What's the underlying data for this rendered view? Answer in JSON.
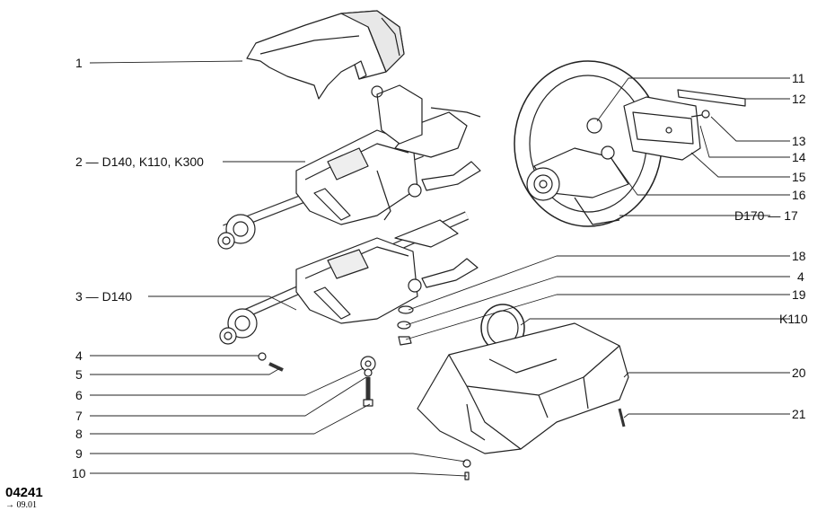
{
  "left_labels": [
    {
      "num": "1",
      "variant": ""
    },
    {
      "num": "2",
      "variant": "D140, K110, K300"
    },
    {
      "num": "3",
      "variant": "D140"
    },
    {
      "num": "4",
      "variant": ""
    },
    {
      "num": "5",
      "variant": ""
    },
    {
      "num": "6",
      "variant": ""
    },
    {
      "num": "7",
      "variant": ""
    },
    {
      "num": "8",
      "variant": ""
    },
    {
      "num": "9",
      "variant": ""
    },
    {
      "num": "10",
      "variant": ""
    }
  ],
  "right_labels": [
    {
      "num": "11",
      "variant": ""
    },
    {
      "num": "12",
      "variant": ""
    },
    {
      "num": "13",
      "variant": ""
    },
    {
      "num": "14",
      "variant": ""
    },
    {
      "num": "15",
      "variant": ""
    },
    {
      "num": "16",
      "variant": ""
    },
    {
      "num": "17",
      "variant": "D170"
    },
    {
      "num": "18",
      "variant": ""
    },
    {
      "num": "4",
      "variant": ""
    },
    {
      "num": "19",
      "variant": ""
    },
    {
      "num": "",
      "variant": "K110"
    },
    {
      "num": "20",
      "variant": ""
    },
    {
      "num": "21",
      "variant": ""
    }
  ],
  "footer": {
    "drawing_code": "04241",
    "revision": "→ 09.01"
  }
}
